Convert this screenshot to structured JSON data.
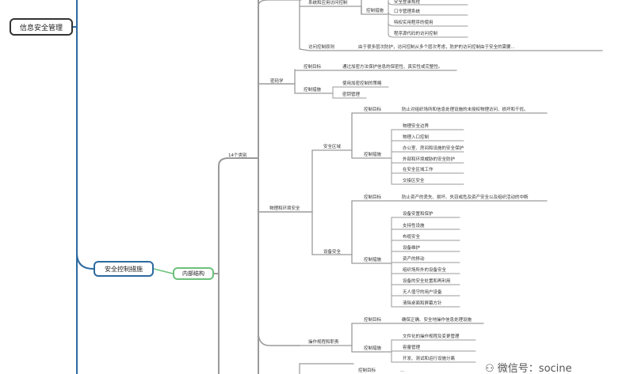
{
  "root": "信息安全管理",
  "branch": "安全控制措施",
  "sub_branch": "内部结构",
  "group_label": "14个类别",
  "categories": {
    "crypto": "密码学",
    "physical": "物理和环境安全",
    "operations": "操作规程和职责"
  },
  "access_control": {
    "program_access": "系统和应用访问控制",
    "program_items": [
      "安全登录规程",
      "口令管理系统",
      "特权实用程序的使用",
      "程序源代码的访问控制"
    ],
    "control_measures": "控制措施",
    "principle_label": "访问控制原则",
    "principle_text": "由于很多层次防护，访问控制从多个层次考虑，防护的访问控制由于安全的需要..."
  },
  "crypto": {
    "objective_label": "控制目标",
    "objective_text": "通过加密方法保护信息的保密性、真实性或完整性。",
    "measures_label": "控制措施",
    "measures": [
      "使用加密控制的策略",
      "密钥管理"
    ]
  },
  "physical": {
    "secure_area": "安全区域",
    "objective_label": "控制目标",
    "objective_text": "防止对组织场所和信息处理设施的未授权物理访问、损坏和干扰。",
    "measures_label": "控制措施",
    "area_items": [
      "物理安全边界",
      "物理入口控制",
      "办公室、房间和设施的安全保护",
      "外部和环境威胁的安全防护",
      "在安全区域工作",
      "交接区安全"
    ],
    "equipment": "设备安全",
    "eq_objective_label": "控制目标",
    "eq_objective_text": "防止资产的丢失、损坏、失窃或危及资产安全以及组织活动的中断",
    "eq_measures_label": "控制措施",
    "eq_items": [
      "设备安置和保护",
      "支持性设施",
      "布缆安全",
      "设备维护",
      "资产的移动",
      "组织场所外的设备安全",
      "设备的安全处置和再利用",
      "无人值守的用户设备",
      "清除桌面和屏幕方针"
    ]
  },
  "operations": {
    "objective_label": "控制目标",
    "objective_text": "确保正确、安全地操作信息处理设施",
    "measures_label": "控制措施",
    "items": [
      "文件化的操作规程及变更管理",
      "容量管理",
      "开发、测试和运行设施分离"
    ]
  },
  "bottom_cut": {
    "left": "控制目标",
    "right": "..."
  },
  "watermark": "微信号：socine"
}
